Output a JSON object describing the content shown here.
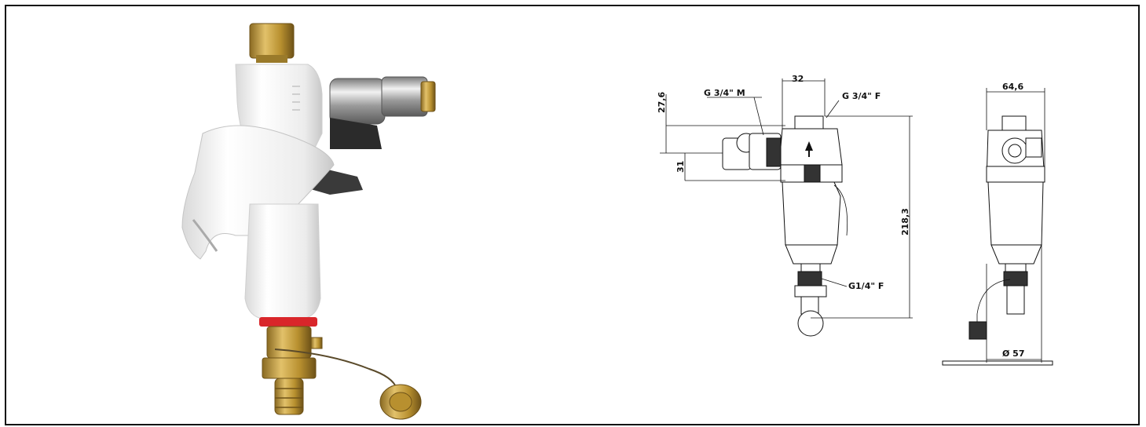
{
  "drawing": {
    "side_view": {
      "dim_top_width": "32",
      "label_inlet_male": "G 3/4\" M",
      "label_outlet_female": "G 3/4\" F",
      "dim_upper_offset": "27,6",
      "dim_inlet_height": "31",
      "dim_total_height": "218,3",
      "label_drain": "G1/4\" F"
    },
    "front_view": {
      "dim_width": "64,6",
      "dim_diameter": "Ø 57"
    }
  },
  "colors": {
    "brass": "#c9a44a",
    "brass_dark": "#8a6a22",
    "white_body": "#f4f4f4",
    "chrome": "#b8b8b8",
    "grey_handle": "#3a3a3a",
    "red_ring": "#d9262a"
  }
}
